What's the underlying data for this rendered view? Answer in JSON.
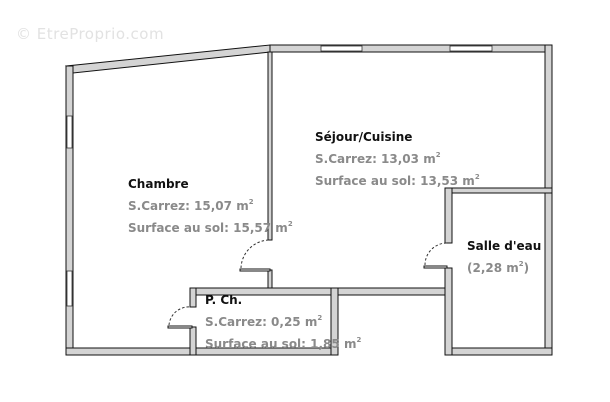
{
  "watermark": "© EtreProprio.com",
  "unit": "m",
  "rooms": [
    {
      "name": "Séjour/Cuisine",
      "carrez_label": "S.Carrez: 13,03",
      "sol_label": "Surface au sol: 13,53"
    },
    {
      "name": "Chambre",
      "carrez_label": "S.Carrez: 15,07",
      "sol_label": "Surface au sol: 15,57"
    },
    {
      "name": "Salle d'eau",
      "area_label": "(2,28",
      "area_close": ")"
    },
    {
      "name": "P. Ch.",
      "carrez_label": "S.Carrez: 0,25",
      "sol_label": "Surface au sol: 1,85"
    }
  ],
  "colors": {
    "wall": "#d4d4d4",
    "outline": "#111111",
    "value_text": "#8a8a8a"
  }
}
